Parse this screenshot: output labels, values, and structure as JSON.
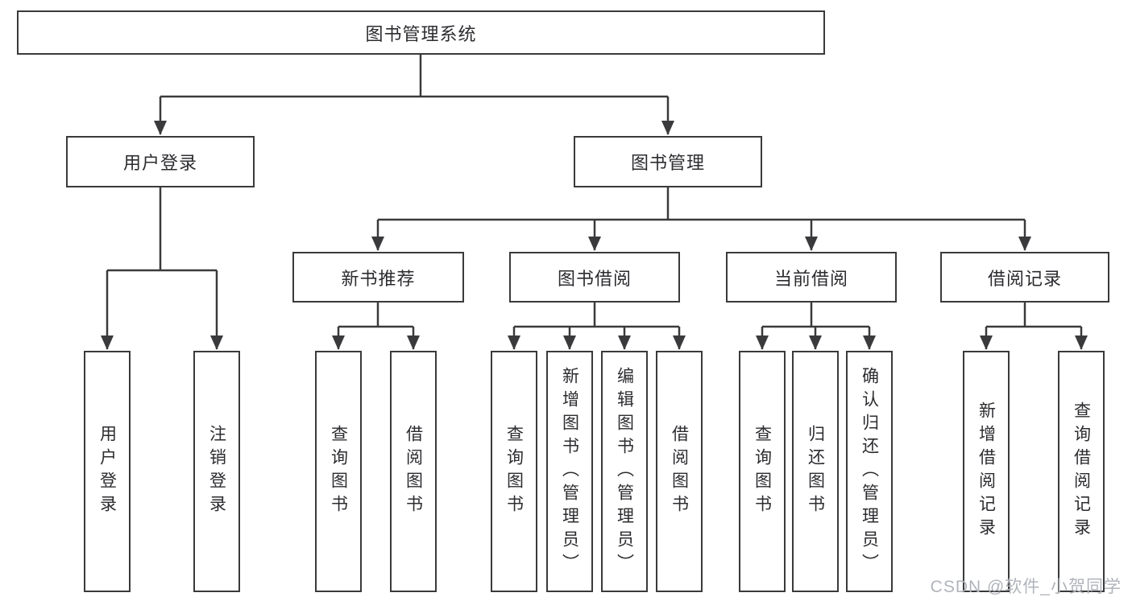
{
  "diagram": {
    "type": "hierarchy-tree",
    "nodes": {
      "root": "图书管理系统",
      "user_login": "用户登录",
      "book_mgmt": "图书管理",
      "new_rec": "新书推荐",
      "borrow": "图书借阅",
      "current": "当前借阅",
      "records": "借阅记录",
      "l_user_login": "用户登录",
      "l_logout": "注销登录",
      "l_query1": "查询图书",
      "l_borrow1": "借阅图书",
      "l_query2": "查询图书",
      "l_add_book": "新增图书（管理员）",
      "l_edit_book": "编辑图书（管理员）",
      "l_borrow2": "借阅图书",
      "l_query3": "查询图书",
      "l_return": "归还图书",
      "l_confirm": "确认归还（管理员）",
      "l_add_rec": "新增借阅记录",
      "l_query_rec": "查询借阅记录"
    },
    "hierarchy": {
      "图书管理系统": {
        "用户登录": [
          "用户登录",
          "注销登录"
        ],
        "图书管理": {
          "新书推荐": [
            "查询图书",
            "借阅图书"
          ],
          "图书借阅": [
            "查询图书",
            "新增图书（管理员）",
            "编辑图书（管理员）",
            "借阅图书"
          ],
          "当前借阅": [
            "查询图书",
            "归还图书",
            "确认归还（管理员）"
          ],
          "借阅记录": [
            "新增借阅记录",
            "查询借阅记录"
          ]
        }
      }
    }
  },
  "watermark": "CSDN @软件_小贺同学",
  "colors": {
    "line": "#3a3a3c",
    "box_border": "#3a3a3c",
    "box_background": "#ffffff",
    "text": "#2c2c30",
    "watermark": "#b0b4bb",
    "background": "#ffffff"
  }
}
